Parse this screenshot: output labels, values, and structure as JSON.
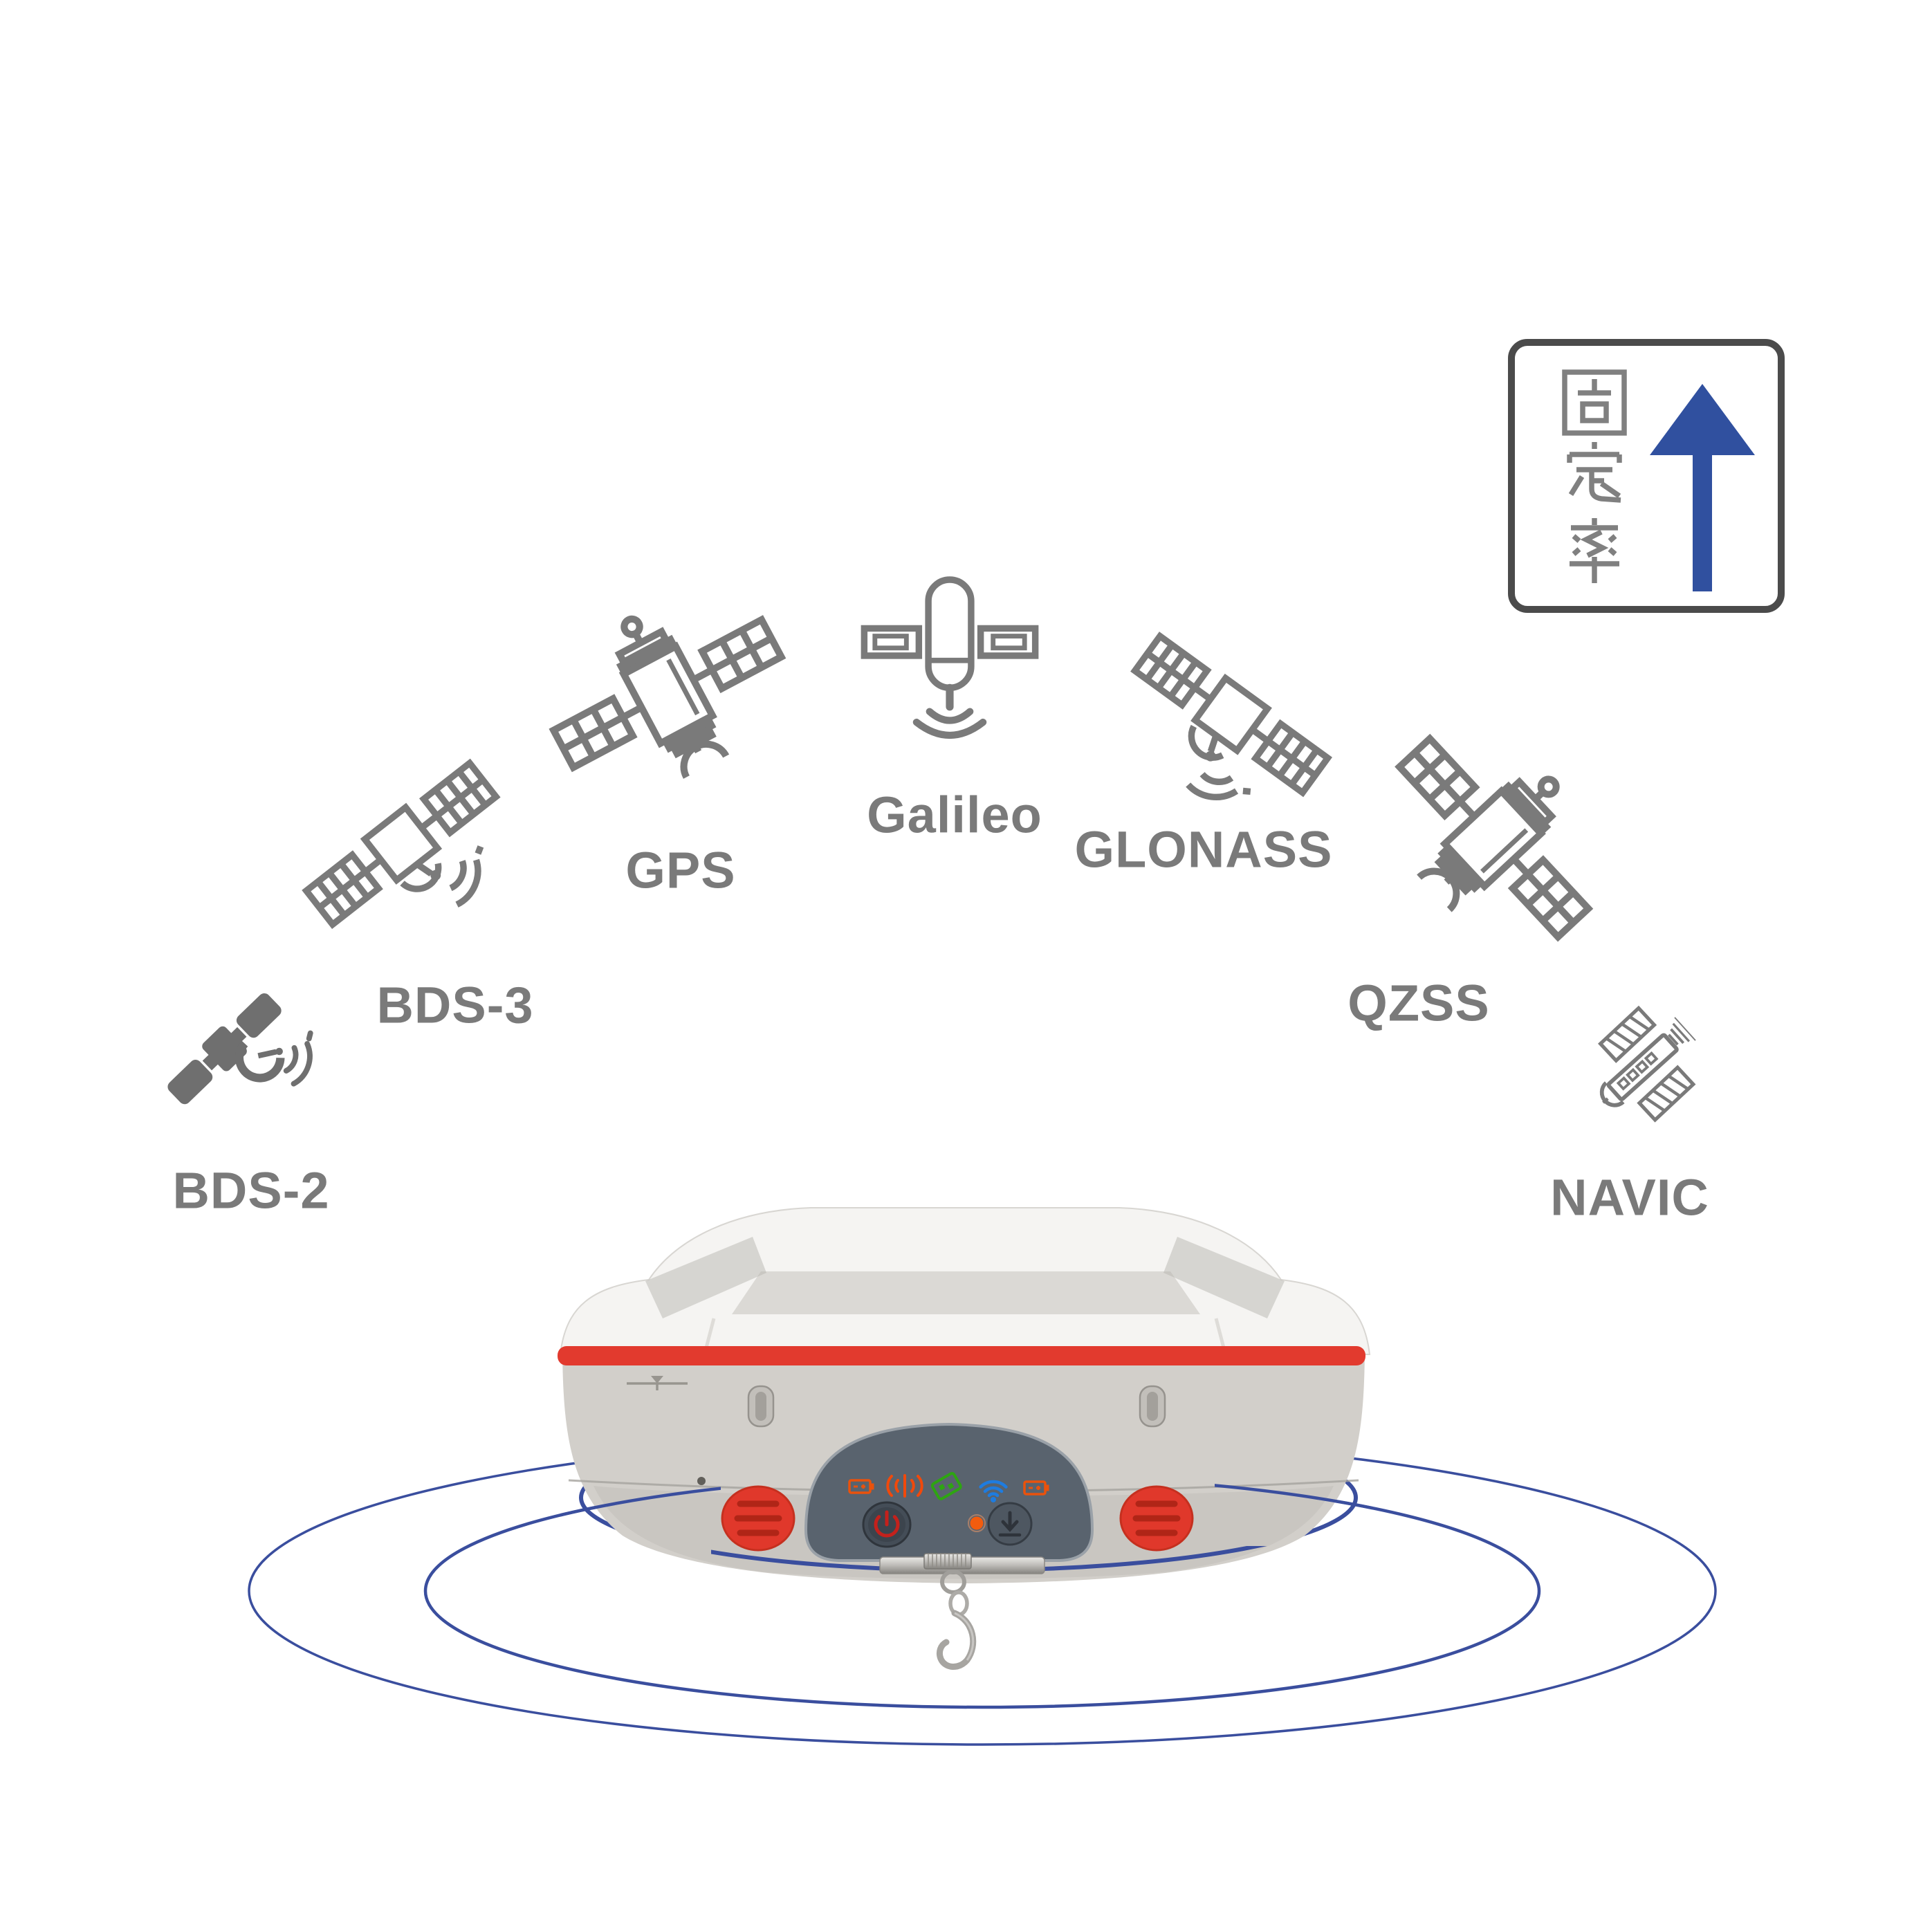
{
  "background_color": "#ffffff",
  "fix_rate_box": {
    "text": "固定率",
    "text_color": "#808080",
    "border_color": "#4b4b4b",
    "arrow_icon": "arrow-up",
    "arrow_color": "#30509f"
  },
  "satellites": [
    {
      "label": "BDS-2",
      "icon": "satellite-filled-icon"
    },
    {
      "label": "BDS-3",
      "icon": "satellite-outline-icon"
    },
    {
      "label": "GPS",
      "icon": "satellite-outline-icon"
    },
    {
      "label": "Galileo",
      "icon": "satellite-outline-icon"
    },
    {
      "label": "GLONASS",
      "icon": "satellite-outline-icon"
    },
    {
      "label": "QZSS",
      "icon": "satellite-outline-icon"
    },
    {
      "label": "NAVIC",
      "icon": "satellite-outline-striped-icon"
    }
  ],
  "label_color": "#7a7a7a",
  "satellite_icon_color": "#7a7a7a",
  "device": {
    "kind": "gnss-receiver",
    "shell_color": "#f5f4f2",
    "body_color": "#d2cfca",
    "stripe_color": "#e23a2e",
    "panel_color": "#59636e",
    "side_button_color": "#e0382b",
    "ring_color": "#3a4e9e",
    "led_color": "#f25c0e",
    "panel_indicators": [
      "battery-icon",
      "radio-signal-icon",
      "data-link-icon",
      "wifi-icon",
      "battery-icon"
    ],
    "panel_buttons": [
      "power-button",
      "download-button"
    ]
  }
}
